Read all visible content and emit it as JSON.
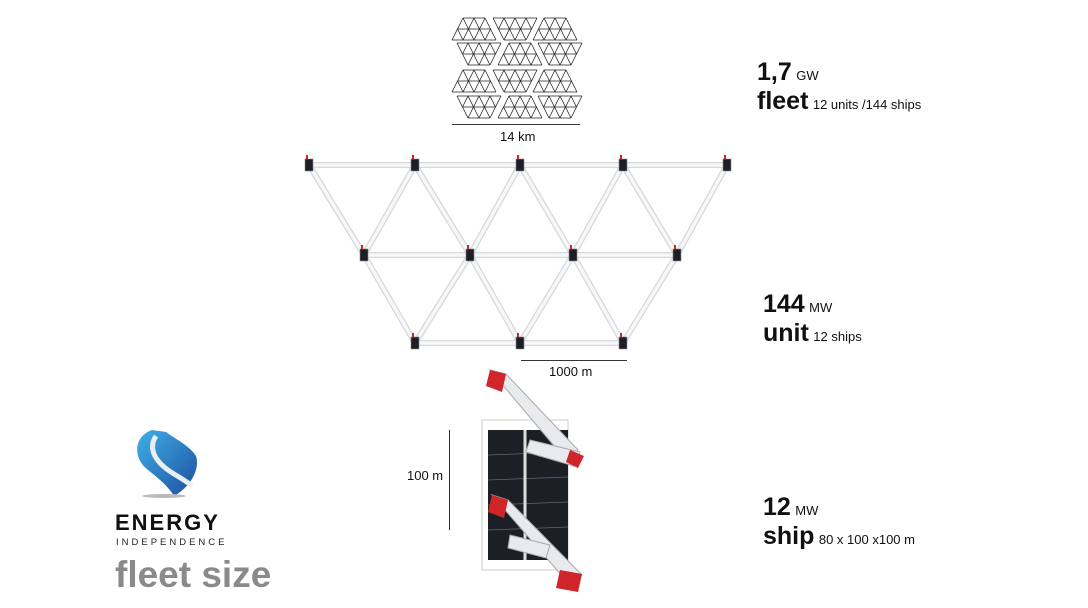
{
  "fleet": {
    "value": "1,7",
    "value_unit": "GW",
    "name": "fleet",
    "detail": "12 units /144 ships",
    "scale": "14 km"
  },
  "unit": {
    "value": "144",
    "value_unit": "MW",
    "name": "unit",
    "detail": "12 ships",
    "scale": "1000 m"
  },
  "ship": {
    "value": "12",
    "value_unit": "MW",
    "name": "ship",
    "detail": "80 x 100 x100 m",
    "scale": "100 m"
  },
  "logo": {
    "title": "ENERGY",
    "subtitle": "INDEPENDENCE"
  },
  "slide_title": "fleet size",
  "colors": {
    "logo_blue": "#2a8fd0",
    "logo_dark": "#1d4fa0",
    "title_gray": "#8a8a8a",
    "ship_red": "#d0262b",
    "panel": "#1c1f26"
  }
}
